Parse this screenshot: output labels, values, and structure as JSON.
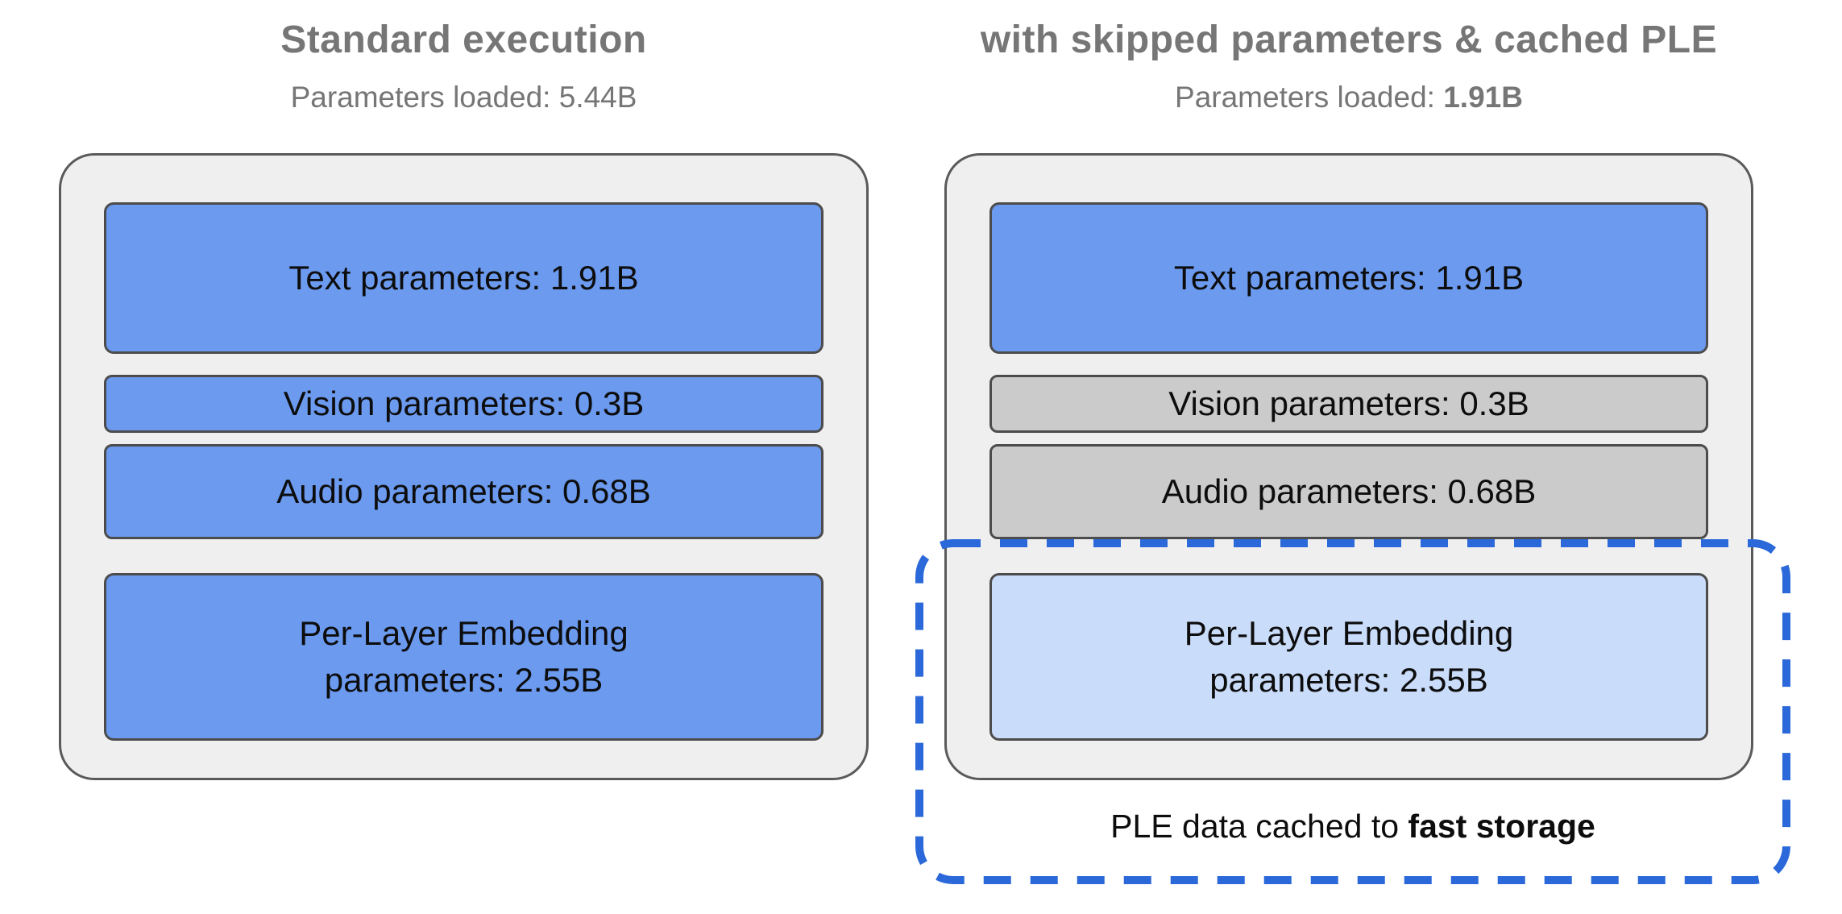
{
  "colors": {
    "page-bg": "#ffffff",
    "title-gray": "#767676",
    "panel-fill": "#efefef",
    "panel-border": "#5a5a5a",
    "box-border": "#4c4c4c",
    "box-blue": "#6b9aef",
    "box-gray": "#cbcbcb",
    "box-lightblue": "#c9dcfa",
    "dash-blue": "#2b68d9",
    "text-black": "#0d0d0d"
  },
  "left_panel": {
    "title": "Standard execution",
    "subtitle": "Parameters loaded: 5.44B",
    "boxes": [
      {
        "label": "Text parameters: 1.91B"
      },
      {
        "label": "Vision parameters: 0.3B"
      },
      {
        "label": "Audio parameters: 0.68B"
      },
      {
        "label": "Per-Layer Embedding\nparameters: 2.55B"
      }
    ]
  },
  "right_panel": {
    "title": "with skipped parameters & cached PLE",
    "subtitle_prefix": "Parameters loaded: ",
    "subtitle_value": "1.91B",
    "boxes": [
      {
        "label": "Text parameters: 1.91B"
      },
      {
        "label": "Vision parameters: 0.3B"
      },
      {
        "label": "Audio parameters: 0.68B"
      },
      {
        "label": "Per-Layer Embedding\nparameters: 2.55B"
      }
    ],
    "cache_callout_prefix": "PLE data cached to ",
    "cache_callout_bold": "fast storage"
  }
}
